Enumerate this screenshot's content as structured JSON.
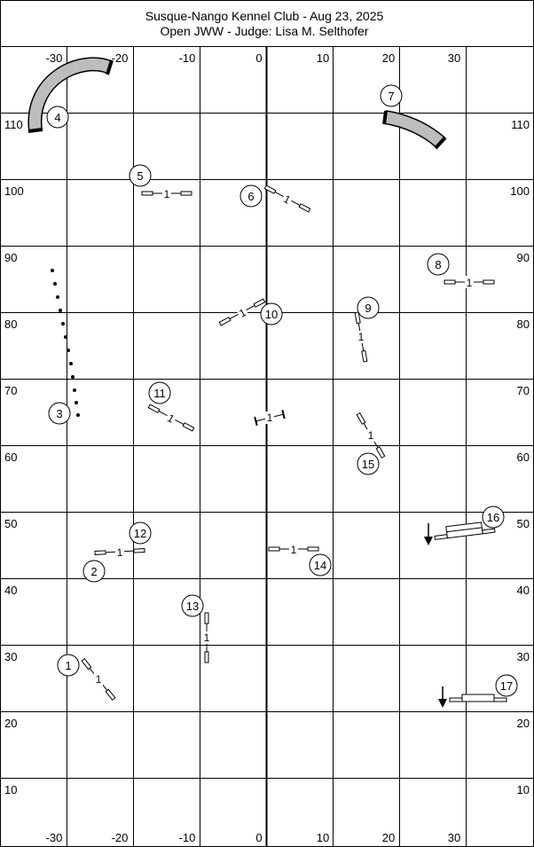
{
  "header": {
    "line1": "Susque-Nango Kennel Club - Aug 23, 2025",
    "line2": "Open JWW - Judge: Lisa M. Selthofer"
  },
  "course_map": {
    "x_ticks": [
      "-30",
      "-20",
      "-10",
      "0",
      "10",
      "20",
      "30"
    ],
    "y_ticks": [
      "110",
      "100",
      "90",
      "80",
      "70",
      "60",
      "50",
      "40",
      "30",
      "20",
      "10"
    ],
    "x_range": [
      -40,
      40
    ],
    "y_range": [
      0,
      120
    ],
    "grid_spacing": 10,
    "center_line_x": 0
  },
  "obstacles": [
    {
      "id": "1",
      "type": "jump",
      "label": "1"
    },
    {
      "id": "2",
      "type": "jump",
      "label": "1"
    },
    {
      "id": "3",
      "type": "weave_poles"
    },
    {
      "id": "4",
      "type": "tunnel"
    },
    {
      "id": "5",
      "type": "jump",
      "label": "1"
    },
    {
      "id": "6",
      "type": "jump",
      "label": "1"
    },
    {
      "id": "7",
      "type": "tunnel"
    },
    {
      "id": "8",
      "type": "jump",
      "label": "1"
    },
    {
      "id": "9",
      "type": "jump",
      "label": "1"
    },
    {
      "id": "10",
      "type": "jump",
      "label": "1"
    },
    {
      "id": "11",
      "type": "jump",
      "label": "1"
    },
    {
      "id": "12",
      "type": "jump",
      "label": "1"
    },
    {
      "id": "13",
      "type": "jump",
      "label": "1"
    },
    {
      "id": "14",
      "type": "jump",
      "label": "1"
    },
    {
      "id": "15",
      "type": "jump",
      "label": "1"
    },
    {
      "id": "16",
      "type": "double_jump"
    },
    {
      "id": "17",
      "type": "double_jump"
    }
  ],
  "unnumbered": [
    {
      "type": "wingless_jump",
      "label": "1"
    }
  ]
}
